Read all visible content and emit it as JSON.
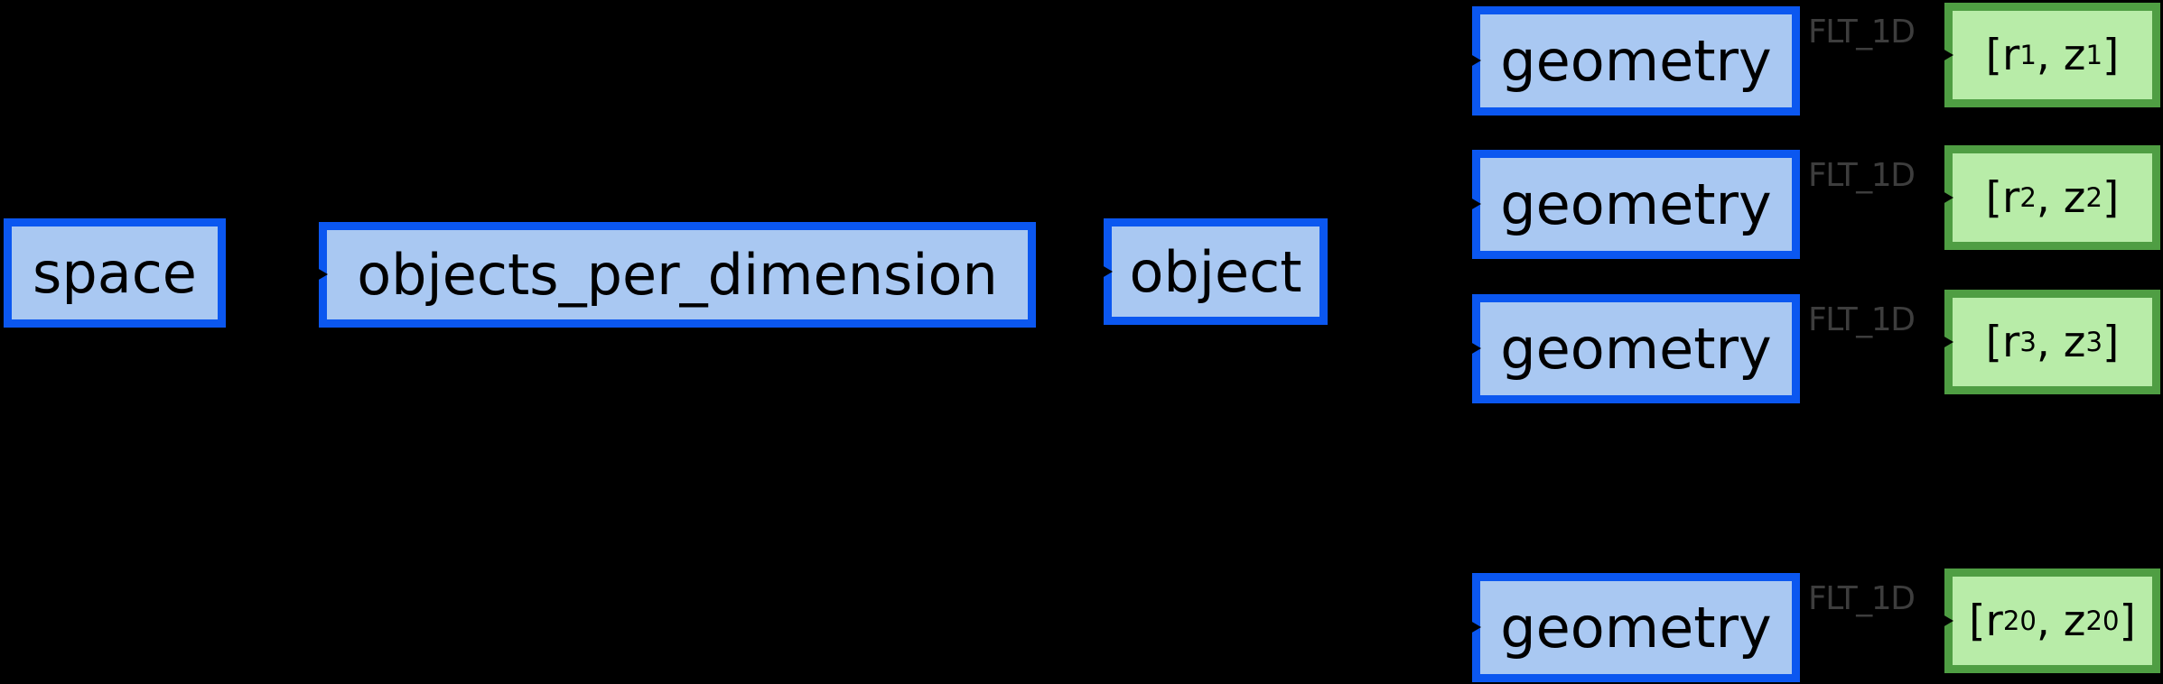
{
  "diagram": {
    "colors": {
      "background": "#000000",
      "blue_node_fill": "#a9c8f2",
      "blue_node_border": "#0b57f0",
      "green_node_fill": "#b8eca8",
      "green_node_border": "#4f9e43",
      "edge_label_text": "#3d3d3d",
      "node_text": "#000000"
    },
    "nodes": {
      "space": "space",
      "objects_per_dimension": "objects_per_dimension",
      "object": "object"
    },
    "rows": [
      {
        "geometry": "geometry",
        "edge_label": "FLT_1D",
        "value": {
          "open": "[r",
          "sub_a": "1",
          "mid": ", z",
          "sub_b": "1",
          "close": "]"
        }
      },
      {
        "geometry": "geometry",
        "edge_label": "FLT_1D",
        "value": {
          "open": "[r",
          "sub_a": "2",
          "mid": ", z",
          "sub_b": "2",
          "close": "]"
        }
      },
      {
        "geometry": "geometry",
        "edge_label": "FLT_1D",
        "value": {
          "open": "[r",
          "sub_a": "3",
          "mid": ", z",
          "sub_b": "3",
          "close": "]"
        }
      },
      {
        "geometry": "geometry",
        "edge_label": "FLT_1D",
        "value": {
          "open": "[r",
          "sub_a": "20",
          "mid": ", z",
          "sub_b": "20",
          "close": "]"
        }
      }
    ]
  }
}
